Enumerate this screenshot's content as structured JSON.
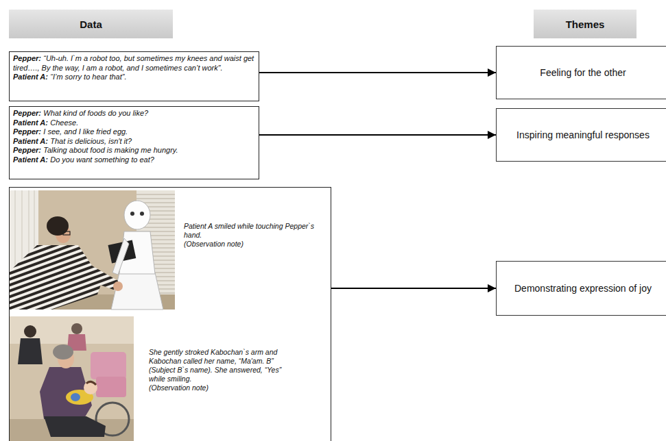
{
  "diagram": {
    "nodes": [
      {
        "text": [
          "Data"
        ]
      },
      {
        "text": [
          "Themes"
        ]
      },
      {
        "text": [
          "Pepper:",
          "“Uh-uh. I`m a robot too, but sometimes my knees and waist get tired…., By the way, I am a robot, and I sometimes can’t work”.",
          "Patient A:",
          "“I’m sorry to hear that”."
        ]
      },
      {
        "text": [
          "Feeling for the other"
        ]
      },
      {
        "text": [
          "Pepper:",
          "What kind of foods do you like?",
          "Patient A:",
          "Cheese.",
          "Pepper:",
          "I see, and I like fried egg.",
          "Patient A:",
          "That is delicious, isn't it?",
          "Pepper:",
          "Talking about food is making me hungry.",
          "Patient A:",
          "Do you want something to eat?"
        ]
      },
      {
        "text": [
          "Inspiring meaningful responses"
        ]
      },
      {
        "text": [
          "Patient A smiled while touching Pepper`s hand.",
          "(Observation note)",
          "She gently stroked Kabochan`s arm and Kabochan called her name, “Ma'am. B” (Subject B`s name). She answered, “Yes” while smiling.",
          "(Observation note)"
        ]
      },
      {
        "text": [
          "Demonstrating expression of joy"
        ]
      }
    ],
    "edges": [
      {
        "from": 2,
        "to": 3,
        "arrow": "to"
      },
      {
        "from": 4,
        "to": 5,
        "arrow": "to"
      },
      {
        "from": 6,
        "to": 7,
        "arrow": "to"
      }
    ]
  }
}
